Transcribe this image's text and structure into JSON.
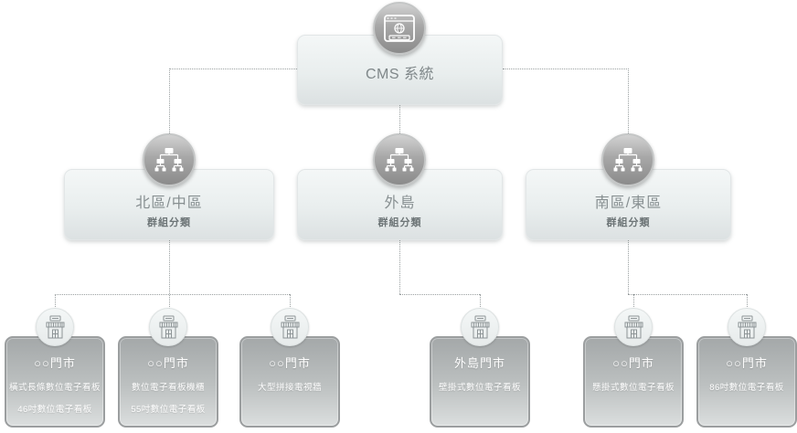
{
  "diagram": {
    "root": {
      "title": "CMS 系統",
      "icon": "browser-globe-icon"
    },
    "groups": [
      {
        "title": "北區/中區",
        "subtitle": "群組分類",
        "icon": "org-tree-icon"
      },
      {
        "title": "外島",
        "subtitle": "群組分類",
        "icon": "org-tree-icon"
      },
      {
        "title": "南區/東區",
        "subtitle": "群組分類",
        "icon": "org-tree-icon"
      }
    ],
    "stores": [
      {
        "title": "○○門市",
        "icon": "storefront-icon",
        "lines": [
          "橫式長條數位電子看板",
          "46吋數位電子看板"
        ]
      },
      {
        "title": "○○門市",
        "icon": "storefront-icon",
        "lines": [
          "數位電子看板機櫃",
          "55吋數位電子看板"
        ]
      },
      {
        "title": "○○門市",
        "icon": "storefront-icon",
        "lines": [
          "大型拼接電視牆"
        ]
      },
      {
        "title": "外島門市",
        "icon": "storefront-icon",
        "lines": [
          "壁掛式數位電子看板"
        ]
      },
      {
        "title": "○○門市",
        "icon": "storefront-icon",
        "lines": [
          "懸掛式數位電子看板"
        ]
      },
      {
        "title": "○○門市",
        "icon": "storefront-icon",
        "lines": [
          "86吋數位電子看板"
        ]
      }
    ],
    "colors": {
      "connector_line": "#9aa0a1",
      "light_box_top": "#f4f7f7",
      "light_box_bottom": "#dce1e2",
      "store_box_top": "#a4a8a9",
      "store_box_bottom": "#dbdede",
      "group_text": "#878f91",
      "store_text": "#ffffff"
    }
  }
}
